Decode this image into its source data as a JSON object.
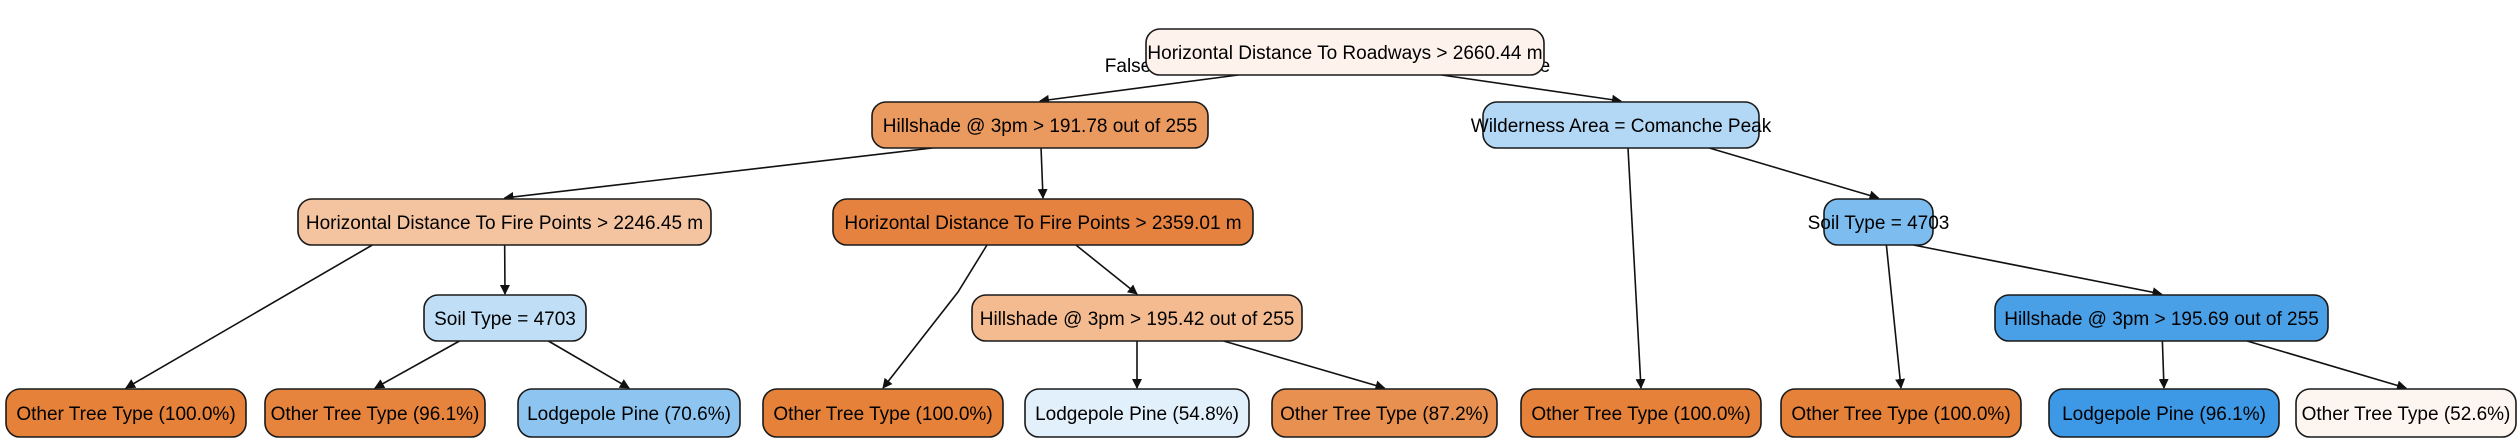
{
  "tree": {
    "nodes": [
      {
        "id": "root",
        "label": "Horizontal Distance To Roadways > 2660.44 m",
        "fill": "#fdf3ec"
      },
      {
        "id": "n1",
        "label": "Hillshade @ 3pm > 191.78 out of 255",
        "fill": "#ea9a5f"
      },
      {
        "id": "n2",
        "label": "Wilderness Area = Comanche Peak",
        "fill": "#b3d8f5"
      },
      {
        "id": "n3",
        "label": "Horizontal Distance To Fire Points > 2246.45 m",
        "fill": "#f4c4a0"
      },
      {
        "id": "n4",
        "label": "Horizontal Distance To Fire Points > 2359.01 m",
        "fill": "#e58240"
      },
      {
        "id": "n5",
        "label": "Soil Type = 4703",
        "fill": "#7dbcef"
      },
      {
        "id": "n6",
        "label": "Soil Type = 4703",
        "fill": "#c0dff7"
      },
      {
        "id": "n7",
        "label": "Hillshade @ 3pm > 195.42 out of 255",
        "fill": "#f4bb91"
      },
      {
        "id": "n8",
        "label": "Hillshade @ 3pm > 195.69 out of 255",
        "fill": "#4aa0e6"
      },
      {
        "id": "l1",
        "label": "Other Tree Type (100.0%)",
        "fill": "#e58139"
      },
      {
        "id": "l2",
        "label": "Other Tree Type (96.1%)",
        "fill": "#e6843e"
      },
      {
        "id": "l3",
        "label": "Lodgepole Pine (70.6%)",
        "fill": "#8ec5f0"
      },
      {
        "id": "l4",
        "label": "Other Tree Type (100.0%)",
        "fill": "#e58139"
      },
      {
        "id": "l5",
        "label": "Lodgepole Pine (54.8%)",
        "fill": "#e2f0fb"
      },
      {
        "id": "l6",
        "label": "Other Tree Type (87.2%)",
        "fill": "#e89050"
      },
      {
        "id": "l7",
        "label": "Other Tree Type (100.0%)",
        "fill": "#e58139"
      },
      {
        "id": "l8",
        "label": "Other Tree Type (100.0%)",
        "fill": "#e58139"
      },
      {
        "id": "l9",
        "label": "Lodgepole Pine (96.1%)",
        "fill": "#3d99e5"
      },
      {
        "id": "l10",
        "label": "Other Tree Type (52.6%)",
        "fill": "#fdf5ef"
      }
    ],
    "edges": [
      {
        "from": "root",
        "to": "n1",
        "label": "False"
      },
      {
        "from": "root",
        "to": "n2",
        "label": "True"
      },
      {
        "from": "n1",
        "to": "n3",
        "label": ""
      },
      {
        "from": "n1",
        "to": "n4",
        "label": ""
      },
      {
        "from": "n3",
        "to": "l1",
        "label": ""
      },
      {
        "from": "n3",
        "to": "n6",
        "label": ""
      },
      {
        "from": "n6",
        "to": "l2",
        "label": ""
      },
      {
        "from": "n6",
        "to": "l3",
        "label": ""
      },
      {
        "from": "n4",
        "to": "l4",
        "label": ""
      },
      {
        "from": "n4",
        "to": "n7",
        "label": ""
      },
      {
        "from": "n7",
        "to": "l5",
        "label": ""
      },
      {
        "from": "n7",
        "to": "l6",
        "label": ""
      },
      {
        "from": "n2",
        "to": "l7",
        "label": ""
      },
      {
        "from": "n2",
        "to": "n5",
        "label": ""
      },
      {
        "from": "n5",
        "to": "l8",
        "label": ""
      },
      {
        "from": "n5",
        "to": "n8",
        "label": ""
      },
      {
        "from": "n8",
        "to": "l9",
        "label": ""
      },
      {
        "from": "n8",
        "to": "l10",
        "label": ""
      }
    ]
  }
}
